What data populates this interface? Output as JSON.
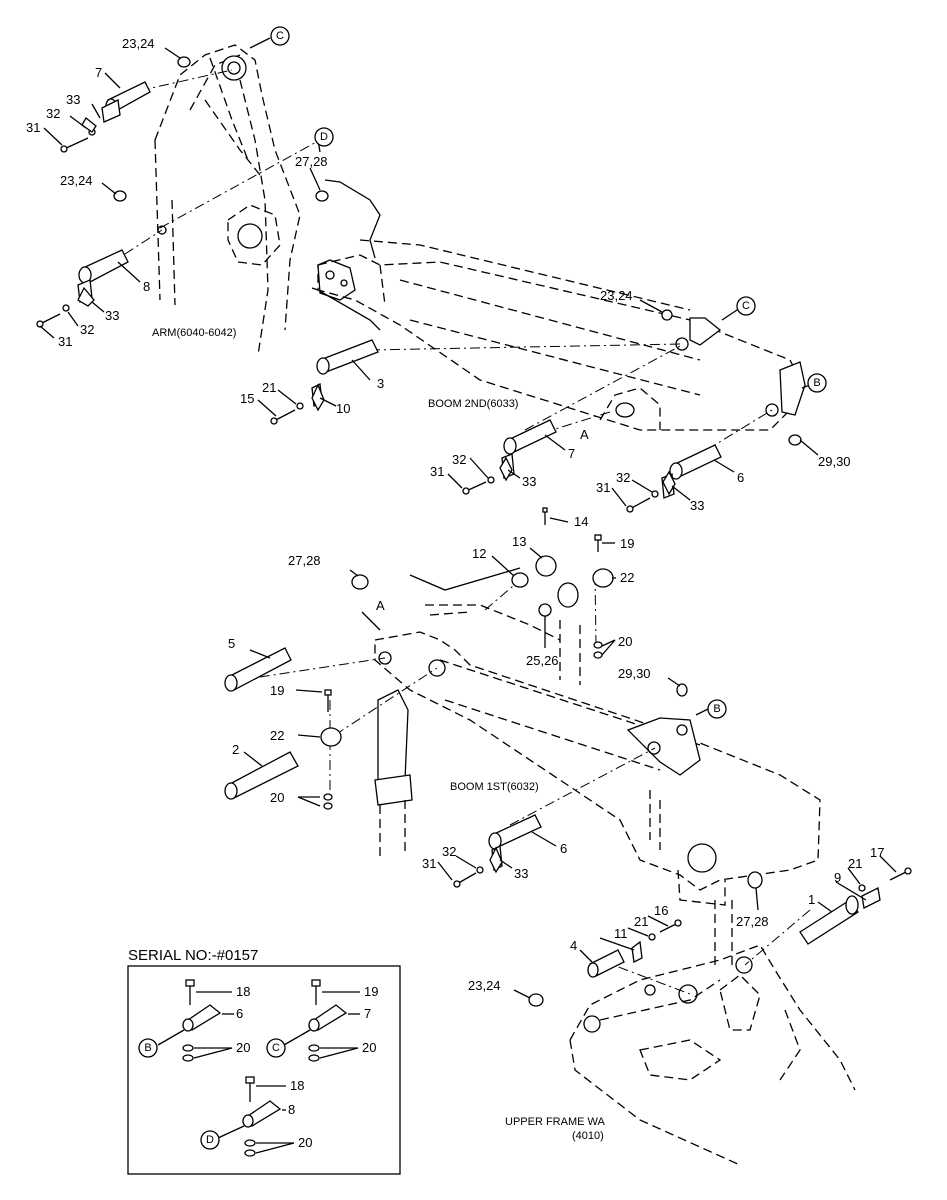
{
  "captions": {
    "arm": "ARM(6040-6042)",
    "boom2": "BOOM 2ND(6033)",
    "boom1": "BOOM 1ST(6032)",
    "upper_frame_1": "UPPER FRAME WA",
    "upper_frame_2": "(4010)",
    "serial": "SERIAL NO:-#0157"
  },
  "refs": {
    "a": "A",
    "b": "B",
    "c": "C",
    "d": "D"
  },
  "labels": {
    "l2324a": "23,24",
    "l7a": "7",
    "l33a": "33",
    "l32a": "32",
    "l31a": "31",
    "l2324b": "23,24",
    "l2728a": "27,28",
    "l8a": "8",
    "l33b": "33",
    "l32b": "32",
    "l31b": "31",
    "l2324c": "23,24",
    "l3": "3",
    "l21a": "21",
    "l15": "15",
    "l10": "10",
    "l7b": "7",
    "l32c": "32",
    "l31c": "31",
    "l33c": "33",
    "l6a": "6",
    "l2930a": "29,30",
    "l32d": "32",
    "l31d": "31",
    "l33d": "33",
    "l14": "14",
    "l13": "13",
    "l12": "12",
    "l19a": "19",
    "l22a": "22",
    "l2728b": "27,28",
    "l2526": "25,26",
    "l20a": "20",
    "l5": "5",
    "l2930b": "29,30",
    "l19b": "19",
    "l22b": "22",
    "l2": "2",
    "l20b": "20",
    "l6b": "6",
    "l32e": "32",
    "l31e": "31",
    "l33e": "33",
    "l17": "17",
    "l21b": "21",
    "l9": "9",
    "l1": "1",
    "l2728c": "27,28",
    "l16": "16",
    "l21c": "21",
    "l11": "11",
    "l4": "4",
    "l2324d": "23,24",
    "s18a": "18",
    "s6": "6",
    "s20a": "20",
    "s19": "19",
    "s7": "7",
    "s20b": "20",
    "s18b": "18",
    "s8": "8",
    "s20c": "20"
  }
}
